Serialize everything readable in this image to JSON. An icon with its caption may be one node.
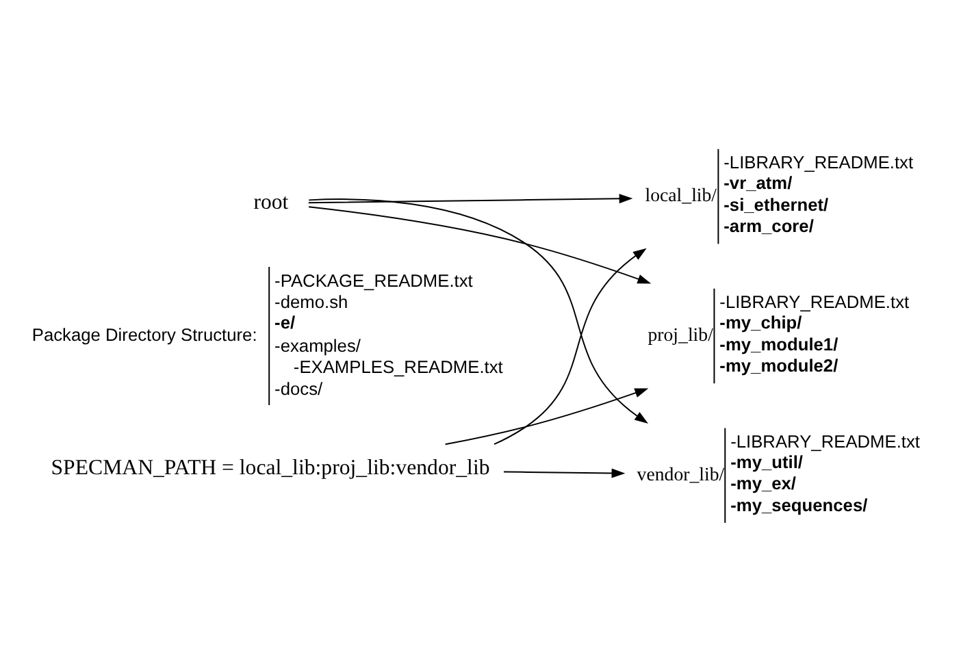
{
  "diagram": {
    "nodes": [
      {
        "text": [
          "SPECMAN_PATH = local_lib:proj_lib:vendor_lib"
        ]
      },
      {
        "text": [
          "root"
        ]
      },
      {
        "text": [
          "local_lib/",
          "-LIBRARY_README.txt",
          "-vr_atm/",
          "-si_ethernet/",
          "-arm_core/"
        ]
      },
      {
        "text": [
          "proj_lib/",
          "-LIBRARY_README.txt",
          "-my_chip/",
          "-my_module1/",
          "-my_module2/"
        ]
      },
      {
        "text": [
          "vendor_lib/",
          "-LIBRARY_README.txt",
          "-my_util/",
          "-my_ex/",
          "-my_sequences/"
        ]
      }
    ],
    "edges": [
      {
        "from": 0,
        "to": 2,
        "arrow": "to"
      },
      {
        "from": 0,
        "to": 3,
        "arrow": "to"
      },
      {
        "from": 0,
        "to": 4,
        "arrow": "to"
      },
      {
        "from": 1,
        "to": 2,
        "arrow": "to"
      },
      {
        "from": 1,
        "to": 3,
        "arrow": "to"
      },
      {
        "from": 1,
        "to": 4,
        "arrow": "to"
      }
    ],
    "labels": [
      "Package Directory Structure:",
      "-PACKAGE_README.txt",
      "-demo.sh",
      "-e/",
      "-examples/",
      "-EXAMPLES_README.txt",
      "-docs/"
    ]
  }
}
